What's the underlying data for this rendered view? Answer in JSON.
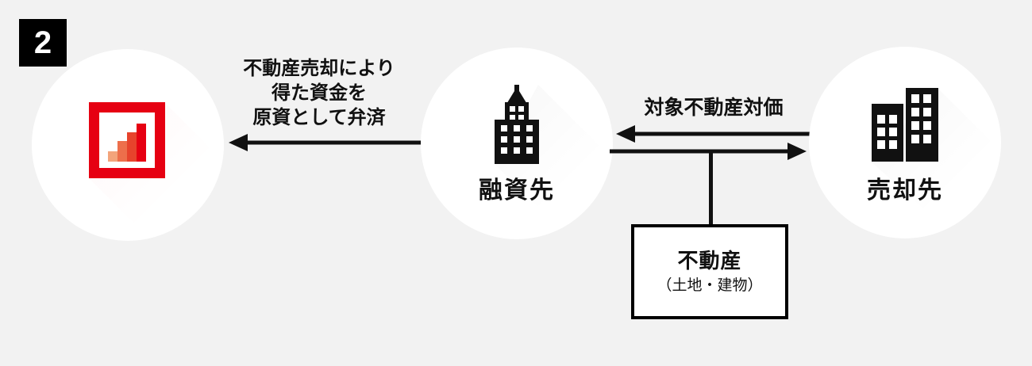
{
  "colors": {
    "background": "#f2f2f2",
    "accent_red": "#e60012",
    "ink": "#111111",
    "bars": [
      "#f3a47b",
      "#ed6f4b",
      "#e7432c",
      "#e60012"
    ]
  },
  "step_badge": {
    "number": "2"
  },
  "entities": {
    "bank": {
      "icon": "bar-chart-logo"
    },
    "lender": {
      "label": "融資先",
      "icon": "office-building-icon"
    },
    "buyer": {
      "label": "売却先",
      "icon": "two-buildings-icon"
    }
  },
  "flows": {
    "repayment": {
      "lines": [
        "不動産売却により",
        "得た資金を",
        "原資として弁済"
      ],
      "direction": "left"
    },
    "consideration": {
      "label": "対象不動産対価",
      "direction": "left"
    },
    "transfer": {
      "direction": "right"
    }
  },
  "asset_box": {
    "title": "不動産",
    "subtitle": "（土地・建物）"
  }
}
